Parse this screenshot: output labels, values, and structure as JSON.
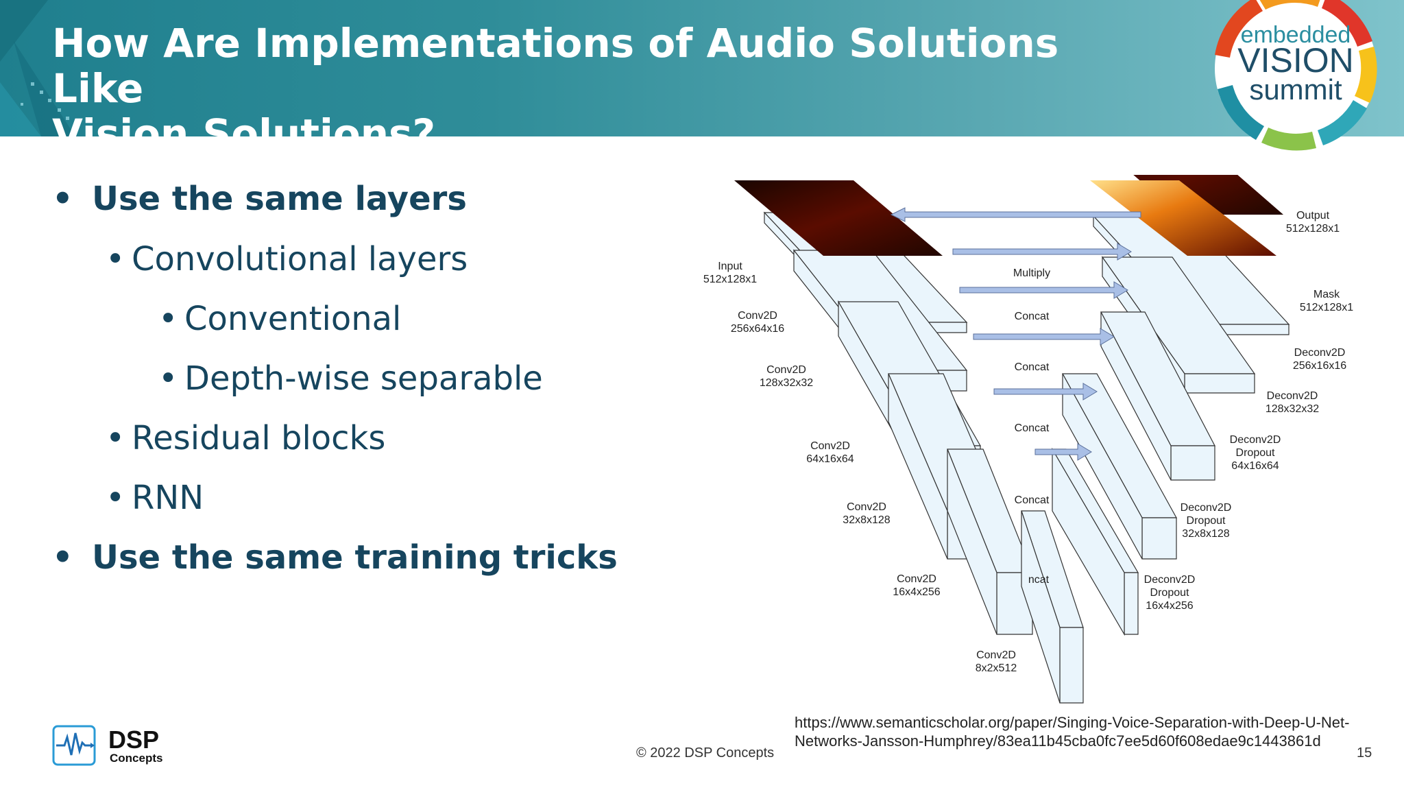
{
  "header": {
    "title_line1": "How Are Implementations of Audio Solutions Like",
    "title_line2": "Vision Solutions?"
  },
  "logo": {
    "line1": "embedded",
    "line2": "VISION",
    "line3": "summit"
  },
  "bullets": [
    {
      "level": 1,
      "text": "Use the same layers"
    },
    {
      "level": 2,
      "text": "Convolutional layers"
    },
    {
      "level": 3,
      "text": "Conventional"
    },
    {
      "level": 3,
      "text": "Depth-wise separable"
    },
    {
      "level": 2,
      "text": "Residual blocks"
    },
    {
      "level": 2,
      "text": "RNN"
    },
    {
      "level": 1,
      "text": "Use the same training tricks"
    }
  ],
  "diagram": {
    "input": {
      "name": "Input",
      "dims": "512x128x1"
    },
    "output": {
      "name": "Output",
      "dims": "512x128x1"
    },
    "mask": {
      "name": "Mask",
      "dims": "512x128x1"
    },
    "multiply": "Multiply",
    "concat": "Concat",
    "concat_partial": "ncat",
    "encoder": [
      {
        "name": "Conv2D",
        "dims": "256x64x16"
      },
      {
        "name": "Conv2D",
        "dims": "128x32x32"
      },
      {
        "name": "Conv2D",
        "dims": "64x16x64"
      },
      {
        "name": "Conv2D",
        "dims": "32x8x128"
      },
      {
        "name": "Conv2D",
        "dims": "16x4x256"
      },
      {
        "name": "Conv2D",
        "dims": "8x2x512"
      }
    ],
    "decoder": [
      {
        "name": "Deconv2D",
        "extra": "",
        "dims": "256x16x16"
      },
      {
        "name": "Deconv2D",
        "extra": "",
        "dims": "128x32x32"
      },
      {
        "name": "Deconv2D",
        "extra": "Dropout",
        "dims": "64x16x64"
      },
      {
        "name": "Deconv2D",
        "extra": "Dropout",
        "dims": "32x8x128"
      },
      {
        "name": "Deconv2D",
        "extra": "Dropout",
        "dims": "16x4x256"
      }
    ]
  },
  "citation": {
    "line1": "https://www.semanticscholar.org/paper/Singing-Voice-Separation-with-Deep-U-Net-",
    "line2": "Networks-Jansson-Humphrey/83ea11b45cba0fc7ee5d60f608edae9c1443861d"
  },
  "footer": {
    "copyright": "© 2022 DSP Concepts",
    "page_number": "15",
    "company_name": "DSP",
    "company_sub": "Concepts"
  },
  "colors": {
    "title_text": "#ffffff",
    "bullet_text": "#16455e",
    "block_fill": "#eaf5fc",
    "arrow_fill": "#a9bfe6"
  }
}
